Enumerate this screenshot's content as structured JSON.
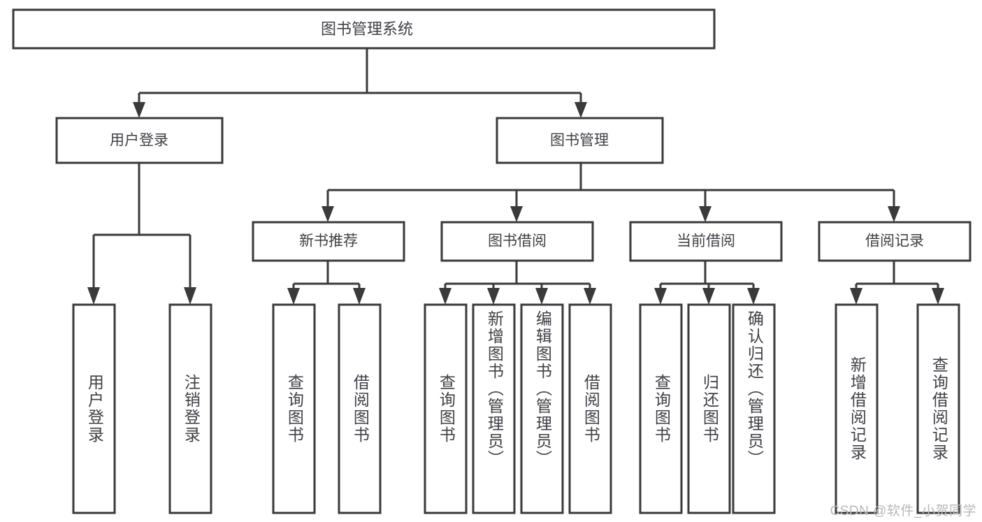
{
  "diagram": {
    "type": "tree",
    "title": "图书管理系统",
    "watermark": "CSDN @软件_小贺同学",
    "colors": {
      "stroke": "#3a3a3c",
      "box_fill": "#ffffff",
      "text": "#3f3f46",
      "watermark": "#b8b8bd",
      "background": "#ffffff"
    },
    "root": {
      "label": "图书管理系统"
    },
    "level2": [
      {
        "label": "用户登录"
      },
      {
        "label": "图书管理"
      }
    ],
    "level3": [
      {
        "label": "新书推荐"
      },
      {
        "label": "图书借阅"
      },
      {
        "label": "当前借阅"
      },
      {
        "label": "借阅记录"
      }
    ],
    "leaves": {
      "user_login": [
        {
          "label": "用户登录"
        },
        {
          "label": "注销登录"
        }
      ],
      "new_book_recommend": [
        {
          "label": "查询图书"
        },
        {
          "label": "借阅图书"
        }
      ],
      "book_borrow": [
        {
          "label": "查询图书"
        },
        {
          "label": "新增图书（管理员）"
        },
        {
          "label": "编辑图书（管理员）"
        },
        {
          "label": "借阅图书"
        }
      ],
      "current_borrow": [
        {
          "label": "查询图书"
        },
        {
          "label": "归还图书"
        },
        {
          "label": "确认归还（管理员）"
        }
      ],
      "borrow_record": [
        {
          "label": "新增借阅记录"
        },
        {
          "label": "查询借阅记录"
        }
      ]
    }
  }
}
